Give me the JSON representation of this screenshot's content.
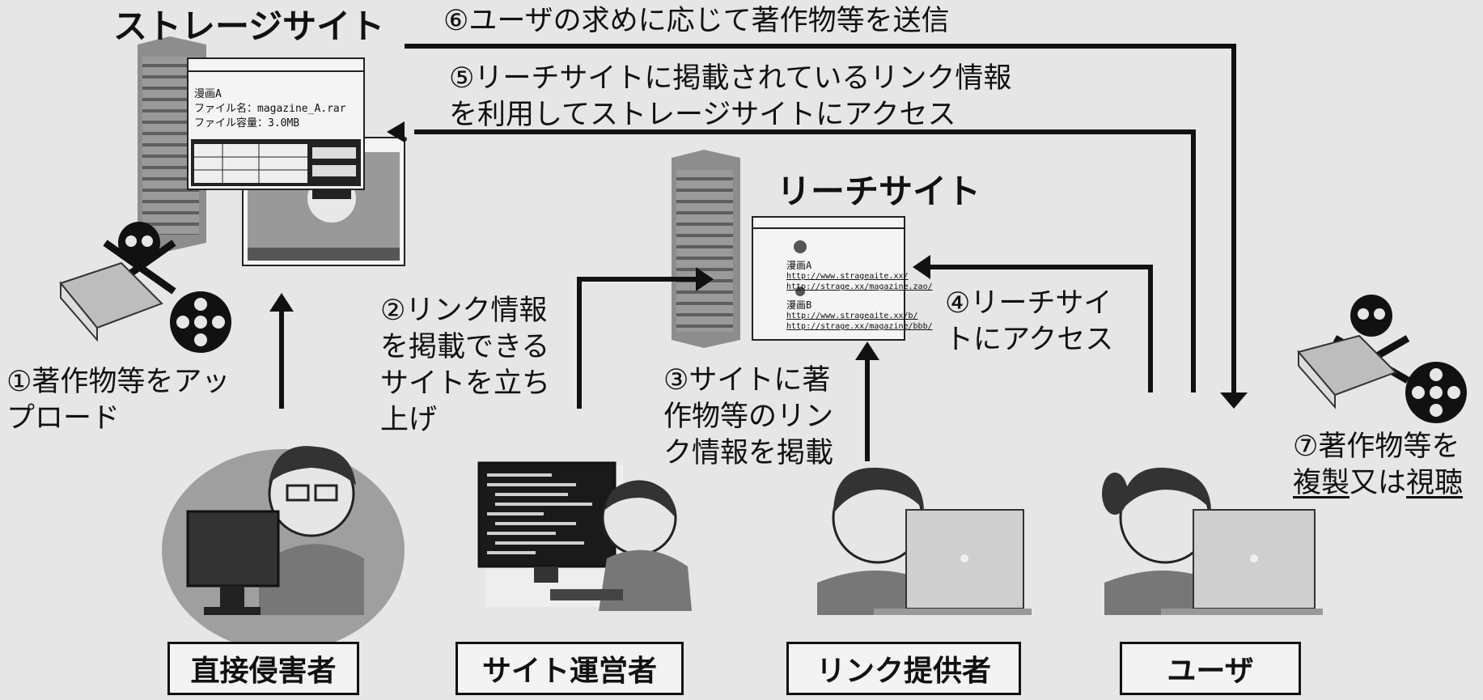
{
  "sites": {
    "storage": "ストレージサイト",
    "leech": "リーチサイト"
  },
  "steps": {
    "s1": [
      "①著作物等をアッ",
      "プロード"
    ],
    "s2": [
      "②リンク情報",
      "を掲載できる",
      "サイトを立ち",
      "上げ"
    ],
    "s3": [
      "③サイトに著",
      "作物等のリン",
      "ク情報を掲載"
    ],
    "s4": [
      "④リーチサイ",
      "トにアクセス"
    ],
    "s5": [
      "⑤リーチサイトに掲載されているリンク情報",
      "を利用してストレージサイトにアクセス"
    ],
    "s6": "⑥ユーザの求めに応じて著作物等を送信",
    "s7": {
      "line1": "⑦著作物等を",
      "w1": "複製",
      "mid": "又は",
      "w2": "視聴"
    }
  },
  "roles": [
    "直接侵害者",
    "サイト運営者",
    "リンク提供者",
    "ユーザ"
  ],
  "storage_window": {
    "title": "漫画A",
    "file_name": "ファイル名：magazine_A.rar",
    "file_size": "ファイル容量：3.0MB"
  },
  "leech_window": {
    "item1": "漫画A",
    "link1a": "http://www.strageaite.xx/",
    "link1b": "http://strage.xx/magazine.zao/",
    "item2": "漫画B",
    "link2a": "http://www.strageaite.xx/b/",
    "link2b": "http://strage.xx/magazine/bbb/"
  },
  "colors": {
    "background": "#e6e6e6",
    "line": "#111111",
    "server": "#8a8a8a"
  },
  "icons": [
    "skull-crossbones-icon",
    "book-icon",
    "film-reel-icon",
    "server-icon",
    "person-icon",
    "laptop-icon",
    "monitor-icon"
  ]
}
